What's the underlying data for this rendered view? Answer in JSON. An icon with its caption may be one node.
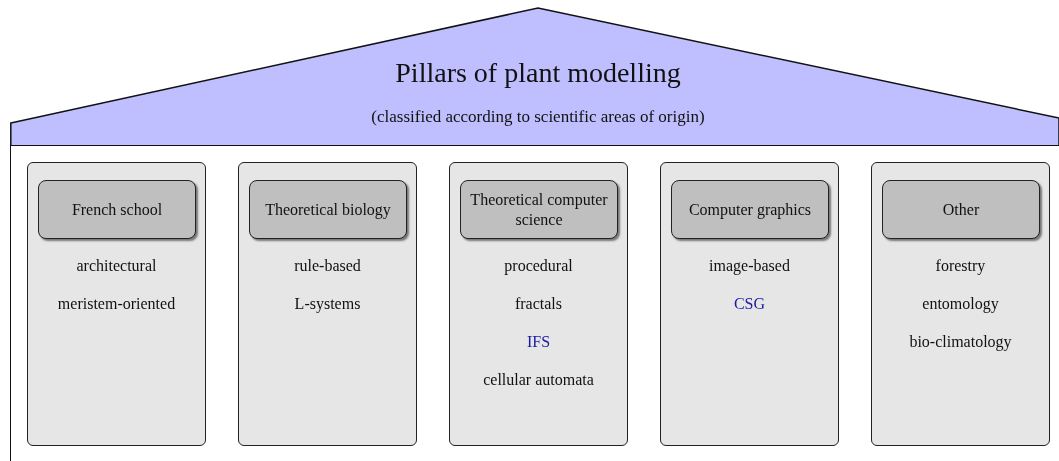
{
  "diagram": {
    "nodes": [
      {
        "text": [
          "Pillars of plant modelling",
          "(classified according to scientific areas of origin)"
        ]
      },
      {
        "text": [],
        "shape": "box"
      },
      {
        "text": [
          "architectural",
          "meristem-oriented"
        ],
        "in": 1
      },
      {
        "text": [
          "French school"
        ],
        "in": 2
      },
      {
        "text": [
          "rule-based",
          "L-systems"
        ],
        "in": 1
      },
      {
        "text": [
          "Theoretical biology"
        ],
        "in": 4
      },
      {
        "text": [
          "procedural",
          "fractals",
          "IFS",
          "cellular automata"
        ],
        "in": 1
      },
      {
        "text": [
          "Theoretical computer science"
        ],
        "in": 6
      },
      {
        "text": [
          "image-based",
          "CSG"
        ],
        "in": 1
      },
      {
        "text": [
          "Computer graphics"
        ],
        "in": 8
      },
      {
        "text": [
          "forestry",
          "entomology",
          "bio-climatology"
        ],
        "in": 1
      },
      {
        "text": [
          "Other"
        ],
        "in": 10
      }
    ]
  }
}
